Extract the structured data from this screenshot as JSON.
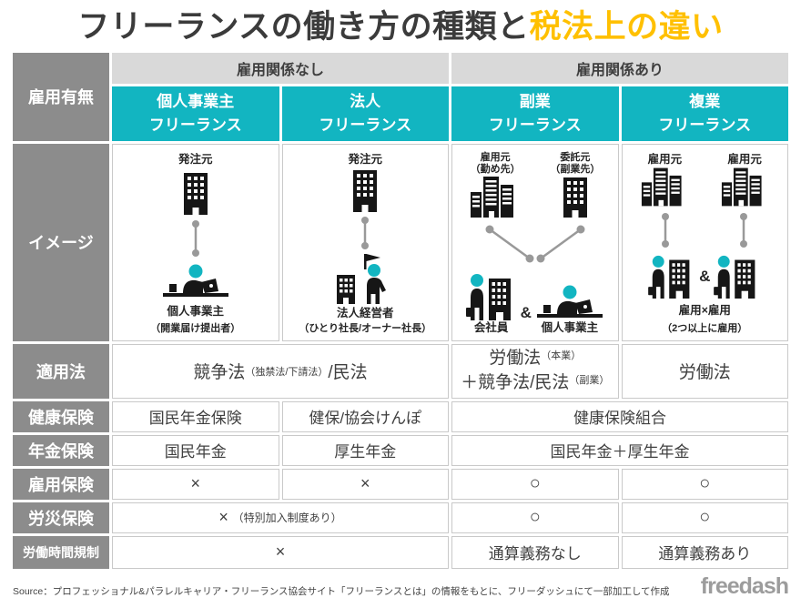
{
  "title": {
    "normal": "フリーランスの働き方の種類と",
    "highlight": "税法上の違い"
  },
  "colors": {
    "teal": "#12b5c1",
    "label_gray": "#8c8c8c",
    "group_gray": "#d9d9d9",
    "highlight_yellow": "#ffc000",
    "text_dark": "#404040",
    "connector_gray": "#999999"
  },
  "icons": {
    "order_source": "building-icon",
    "employer_building": "city-icon",
    "freelancer": "freelancer-desk-icon",
    "corporate_ceo": "ceo-icon",
    "employee": "employee-icon",
    "relation_line": "connector-line-icon",
    "relation_v": "v-connector-icon"
  },
  "header": {
    "corner": "雇用有無",
    "groups": [
      "雇用関係なし",
      "雇用関係あり"
    ],
    "columns": [
      {
        "line1": "個人事業主",
        "line2": "フリーランス"
      },
      {
        "line1": "法人",
        "line2": "フリーランス"
      },
      {
        "line1": "副業",
        "line2": "フリーランス"
      },
      {
        "line1": "複業",
        "line2": "フリーランス"
      }
    ]
  },
  "image_row": {
    "label": "イメージ",
    "sole": {
      "top": "発注元",
      "name": "個人事業主",
      "sub": "（開業届け提出者）"
    },
    "corporate": {
      "top": "発注元",
      "name": "法人経営者",
      "sub": "（ひとり社長/オーナー社長）"
    },
    "side": {
      "top_left1": "雇用元",
      "top_left2": "（勤め先）",
      "top_right1": "委託元",
      "top_right2": "（副業先）",
      "bottom_left": "会社員",
      "amp": "&",
      "bottom_right": "個人事業主"
    },
    "multi": {
      "top_left": "雇用元",
      "top_right": "雇用元",
      "amp": "&",
      "name": "雇用×雇用",
      "sub": "（2つ以上に雇用）"
    }
  },
  "rows": {
    "law": {
      "label": "適用法",
      "freelance_main": "競争法",
      "freelance_sub": "（独禁法/下請法）",
      "freelance_tail": "/民法",
      "side_line1": "労働法",
      "side_line1_sub": "（本業）",
      "side_line2": "＋競争法/民法",
      "side_line2_sub": "（副業）",
      "multi": "労働法"
    },
    "health": {
      "label": "健康保険",
      "sole": "国民年金保険",
      "corporate": "健保/協会けんぽ",
      "employed": "健康保険組合"
    },
    "pension": {
      "label": "年金保険",
      "sole": "国民年金",
      "corporate": "厚生年金",
      "employed": "国民年金＋厚生年金"
    },
    "employment": {
      "label": "雇用保険",
      "sole": "×",
      "corporate": "×",
      "side": "○",
      "multi": "○"
    },
    "accident": {
      "label": "労災保険",
      "freelance_main": "×",
      "freelance_sub": "（特別加入制度あり）",
      "side": "○",
      "multi": "○"
    },
    "worktime": {
      "label": "労働時間規制",
      "freelance": "×",
      "side": "通算義務なし",
      "multi": "通算義務あり"
    }
  },
  "footer": {
    "source": "Source：プロフェッショナル&パラレルキャリア・フリーランス協会サイト「フリーランスとは」の情報をもとに、フリーダッシュにて一部加工して作成",
    "logo": "freedash"
  }
}
